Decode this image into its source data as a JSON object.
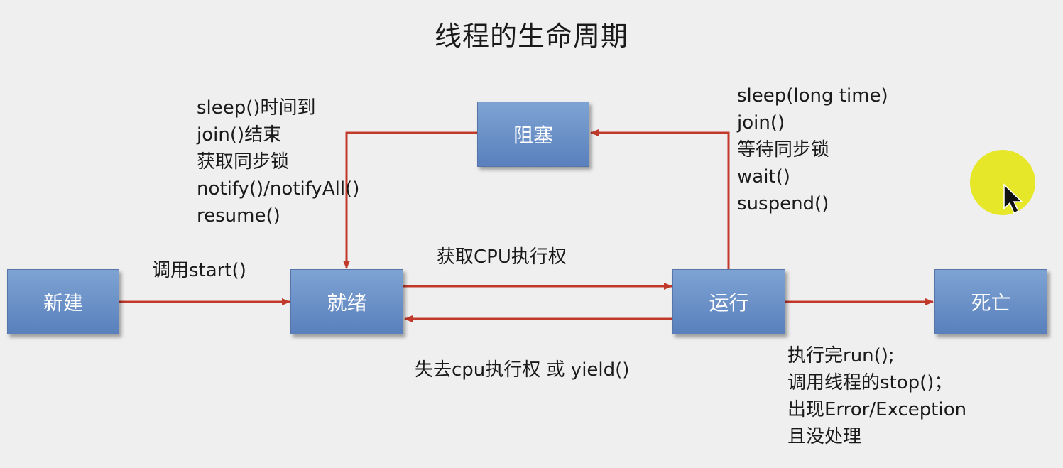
{
  "title": "线程的生命周期",
  "states": {
    "new": "新建",
    "ready": "就绪",
    "running": "运行",
    "blocked": "阻塞",
    "dead": "死亡"
  },
  "transitions": {
    "new_to_ready": "调用start()",
    "ready_to_running": "获取CPU执行权",
    "running_to_ready": "失去cpu执行权 或 yield()",
    "running_to_blocked": [
      "sleep(long time)",
      "join()",
      "等待同步锁",
      "wait()",
      "suspend()"
    ],
    "blocked_to_ready": [
      "sleep()时间到",
      "join()结束",
      "获取同步锁",
      "notify()/notifyAll()",
      "resume()"
    ],
    "running_to_dead": [
      "执行完run();",
      "调用线程的stop()；",
      "出现Error/Exception",
      "且没处理"
    ]
  },
  "colors": {
    "arrow": "#c0392b",
    "box_top": "#7ea3d3",
    "box_bottom": "#5a80bd",
    "cursor_highlight": "#e6e61e"
  },
  "icons": {
    "cursor": "mouse-pointer-icon"
  }
}
